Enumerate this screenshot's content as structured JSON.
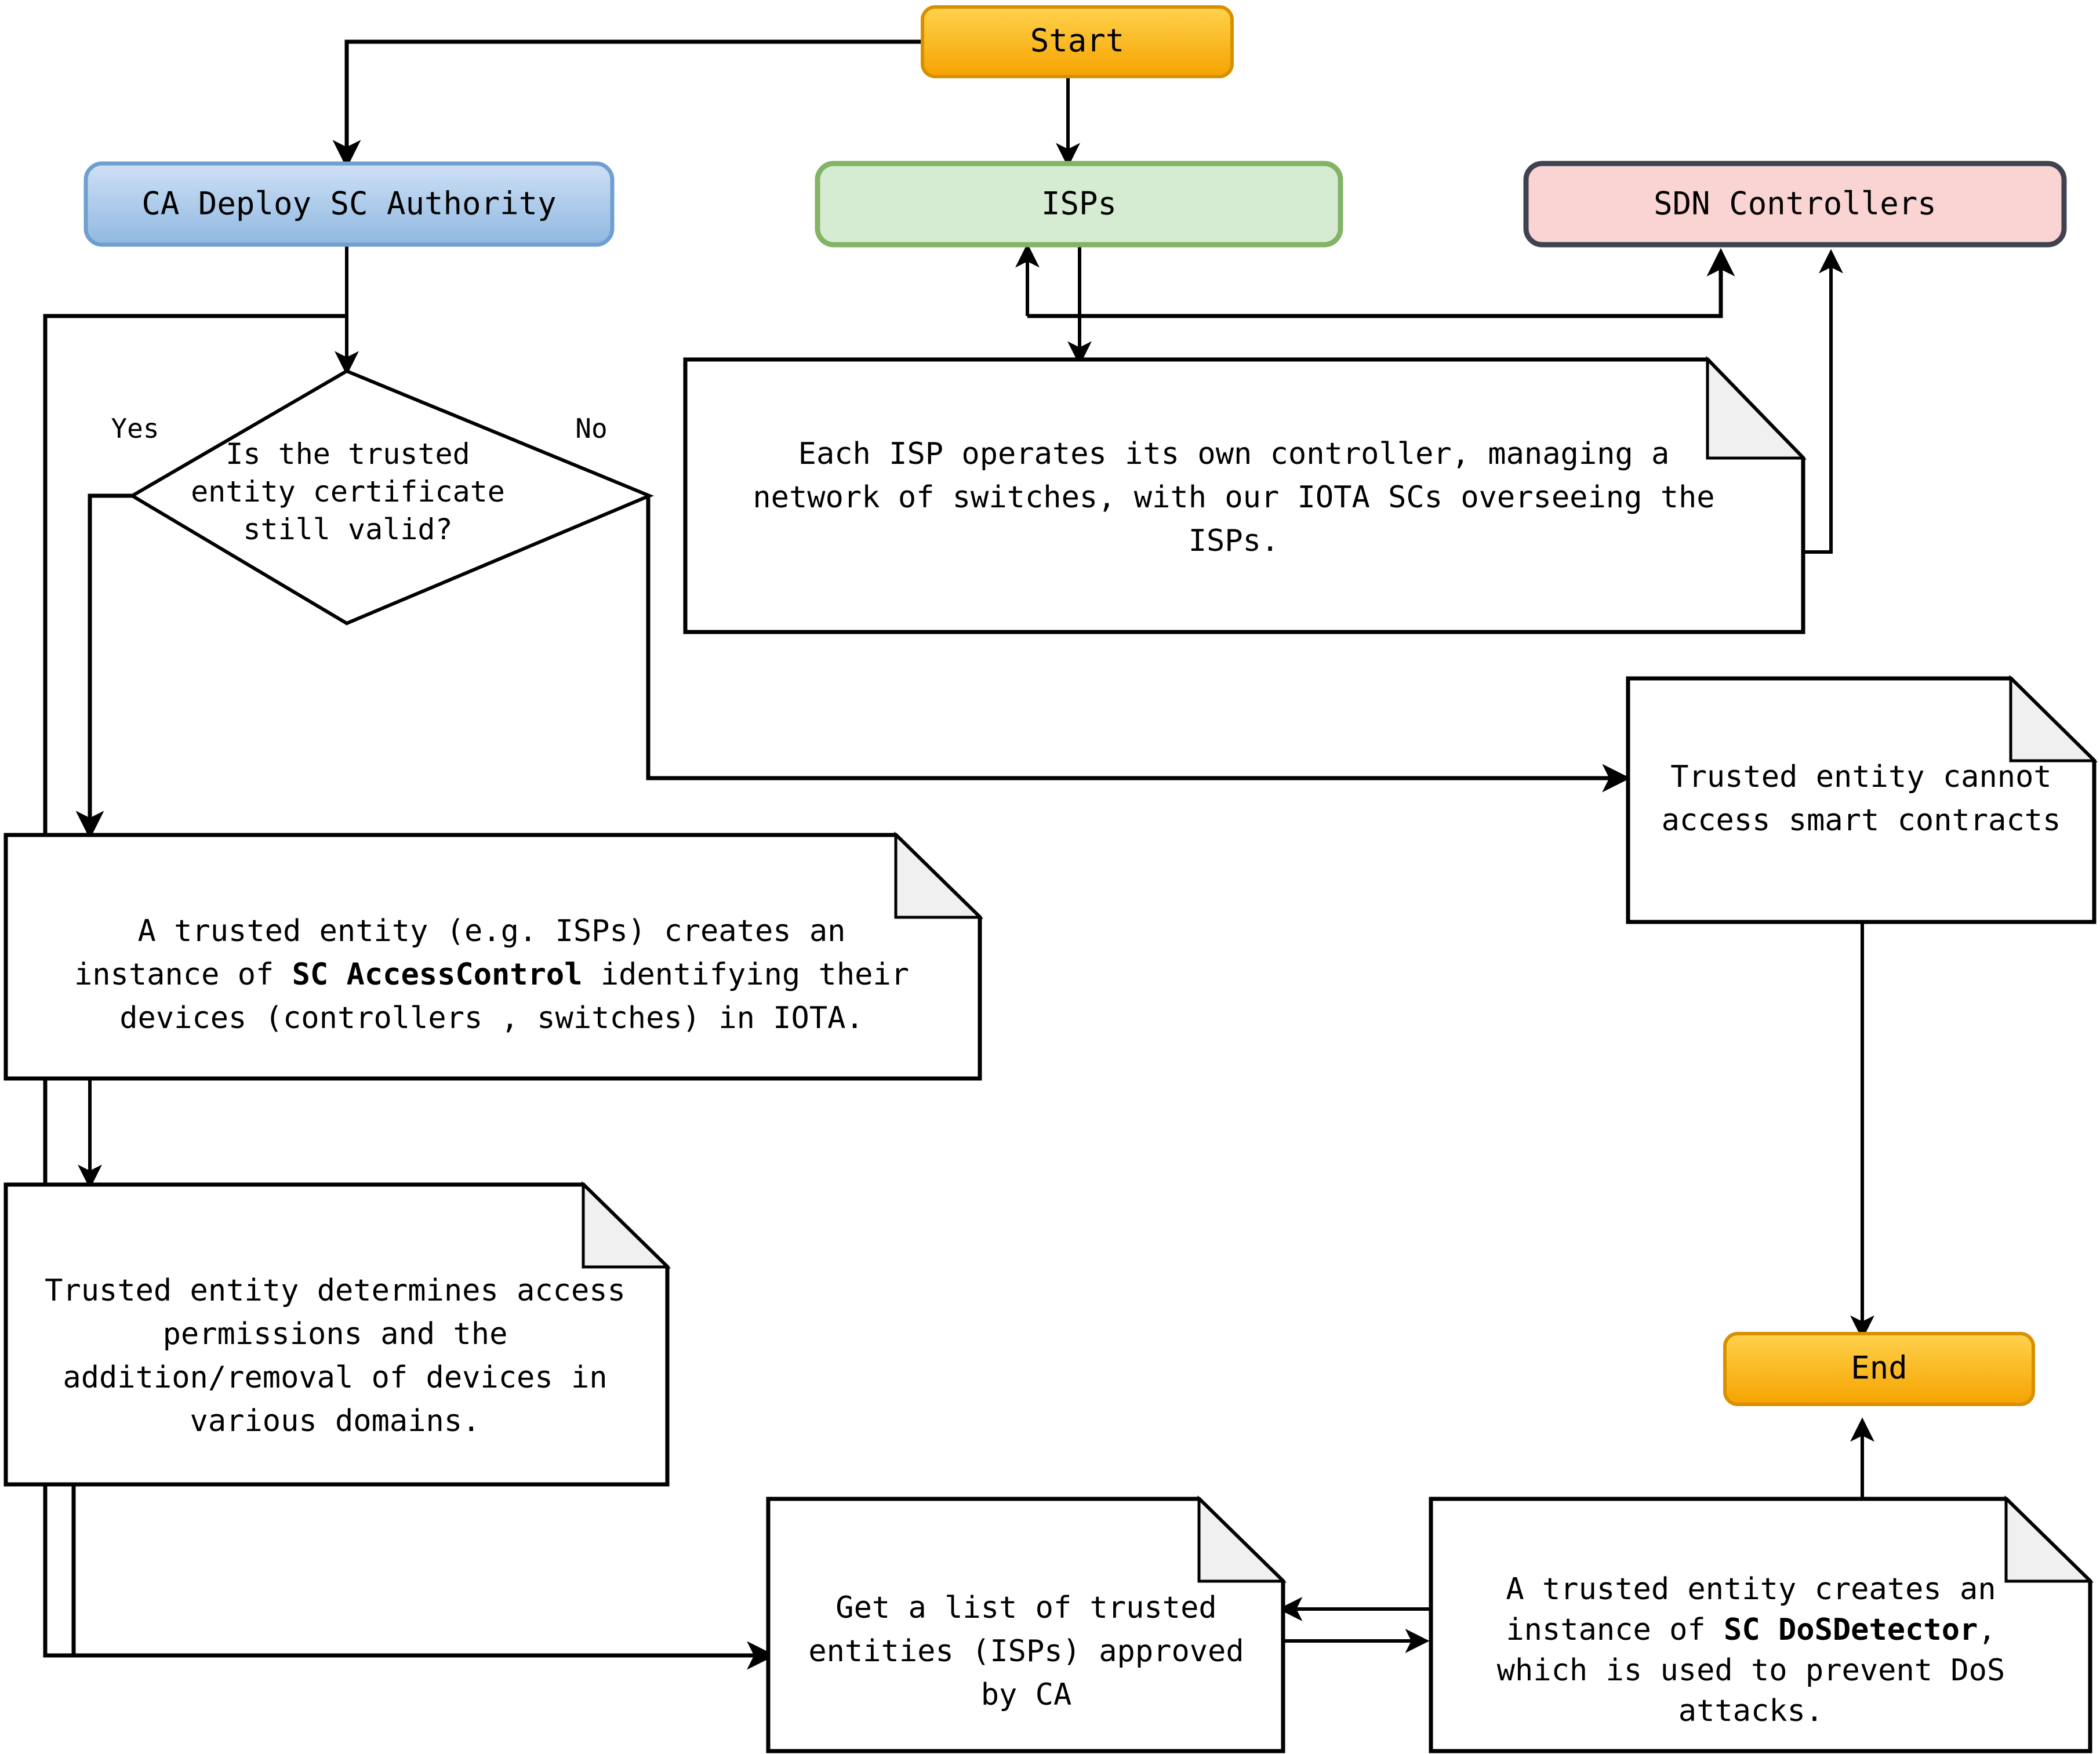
{
  "diagram": {
    "type": "flowchart",
    "title": "",
    "colors": {
      "start_end_fill_top": "#ffd24d",
      "start_end_fill_bottom": "#f5a300",
      "start_end_stroke": "#d89000",
      "ca_fill_top": "#c7ddf4",
      "ca_fill_bottom": "#8fb8e0",
      "ca_stroke": "#6f9fd0",
      "isp_fill": "#d6ecd2",
      "isp_stroke": "#82b366",
      "sdn_fill": "#fad3d3",
      "sdn_stroke": "#3f4350",
      "note_fill": "#ffffff",
      "note_fold": "#f0f0f0",
      "edge": "#000000"
    },
    "nodes": {
      "start": {
        "id": "start",
        "label": "Start",
        "shape": "rounded-terminator"
      },
      "ca": {
        "id": "ca",
        "label": "CA Deploy SC Authority",
        "shape": "rounded-process"
      },
      "isps": {
        "id": "isps",
        "label": "ISPs",
        "shape": "rounded-process"
      },
      "sdn": {
        "id": "sdn",
        "label": "SDN Controllers",
        "shape": "rounded-process"
      },
      "decision": {
        "id": "decision",
        "shape": "diamond",
        "lines": [
          "Is the trusted",
          "entity certificate",
          "still valid?"
        ]
      },
      "isp_note": {
        "id": "isp_note",
        "shape": "note",
        "lines": [
          "Each ISP operates its own controller, managing a",
          "network of switches, with our IOTA SCs overseeing the",
          "ISPs."
        ]
      },
      "cannot_access": {
        "id": "cannot_access",
        "shape": "note",
        "lines": [
          "Trusted entity cannot",
          "access smart contracts"
        ]
      },
      "access_control": {
        "id": "access_control",
        "shape": "note",
        "lines": [
          [
            {
              "t": "A trusted entity (e.g. ISPs) creates an",
              "b": false
            }
          ],
          [
            {
              "t": "instance of ",
              "b": false
            },
            {
              "t": "SC AccessControl",
              "b": true
            },
            {
              "t": " identifying their",
              "b": false
            }
          ],
          [
            {
              "t": "devices (controllers , switches) in IOTA.",
              "b": false
            }
          ]
        ]
      },
      "permissions": {
        "id": "permissions",
        "shape": "note",
        "lines": [
          "Trusted entity determines access",
          "permissions and the",
          "addition/removal of devices in",
          "various domains."
        ]
      },
      "get_list": {
        "id": "get_list",
        "shape": "note",
        "lines": [
          "Get a list of trusted",
          "entities (ISPs) approved",
          "by CA"
        ]
      },
      "dos_detector": {
        "id": "dos_detector",
        "shape": "note",
        "lines": [
          [
            {
              "t": "A trusted entity creates an",
              "b": false
            }
          ],
          [
            {
              "t": "instance of ",
              "b": false
            },
            {
              "t": "SC DoSDetector",
              "b": true
            },
            {
              "t": ",",
              "b": false
            }
          ],
          [
            {
              "t": "which is used to prevent DoS",
              "b": false
            }
          ],
          [
            {
              "t": "attacks.",
              "b": false
            }
          ]
        ]
      },
      "end": {
        "id": "end",
        "label": "End",
        "shape": "rounded-terminator"
      }
    },
    "edge_labels": {
      "yes": "Yes",
      "no": "No"
    },
    "edges": [
      {
        "from": "start",
        "to": "ca",
        "label": ""
      },
      {
        "from": "start",
        "to": "isps",
        "label": ""
      },
      {
        "from": "ca",
        "to": "decision",
        "label": ""
      },
      {
        "from": "decision",
        "to": "access_control",
        "label": "Yes"
      },
      {
        "from": "decision",
        "to": "cannot_access",
        "label": "No"
      },
      {
        "from": "isps",
        "to": "isp_note",
        "label": ""
      },
      {
        "from": "isp_note",
        "to": "isps",
        "label": ""
      },
      {
        "from": "isp_note",
        "to": "sdn",
        "label": ""
      },
      {
        "from": "isp_note",
        "to": "sdn",
        "label": ""
      },
      {
        "from": "cannot_access",
        "to": "end",
        "label": ""
      },
      {
        "from": "access_control",
        "to": "permissions",
        "label": ""
      },
      {
        "from": "permissions",
        "to": "get_list",
        "label": ""
      },
      {
        "from": "get_list",
        "to": "dos_detector",
        "label": ""
      },
      {
        "from": "dos_detector",
        "to": "get_list",
        "label": ""
      },
      {
        "from": "dos_detector",
        "to": "end",
        "label": ""
      }
    ]
  }
}
